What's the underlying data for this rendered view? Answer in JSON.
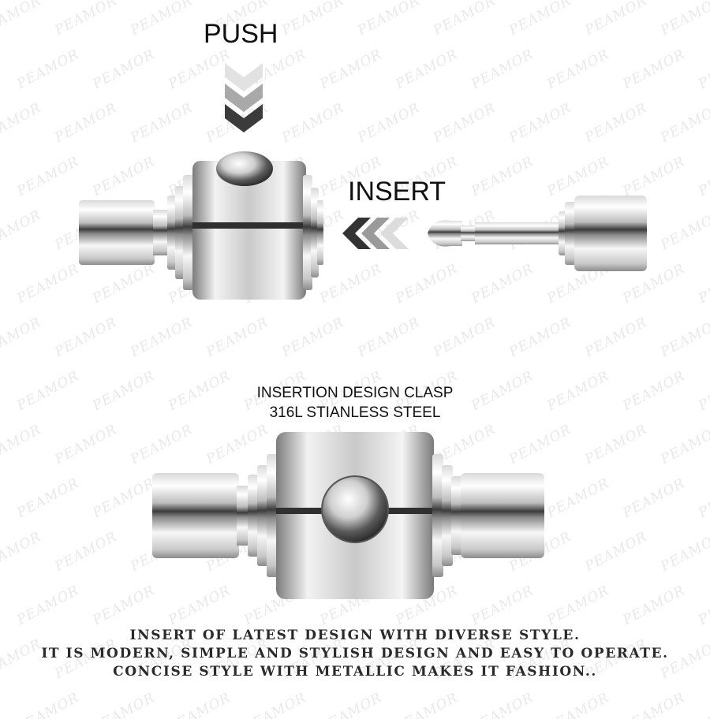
{
  "watermark": "PEAMOR",
  "labels": {
    "push": "PUSH",
    "insert": "INSERT"
  },
  "title": {
    "line1": "INSERTION DESIGN CLASP",
    "line2": "316L STIANLESS STEEL"
  },
  "captions": [
    "INSERT OF LATEST DESIGN WITH DIVERSE STYLE.",
    "IT IS MODERN, SIMPLE AND STYLISH DESIGN AND EASY TO OPERATE.",
    "CONCISE STYLE WITH METALLIC MAKES IT FASHION.."
  ],
  "colors": {
    "arrow_light": "#e0e0e0",
    "arrow_mid": "#a8a8a8",
    "arrow_dark": "#3a3a3a",
    "steel_dark": "#4a4a4a",
    "steel_light": "#f4f4f4"
  }
}
